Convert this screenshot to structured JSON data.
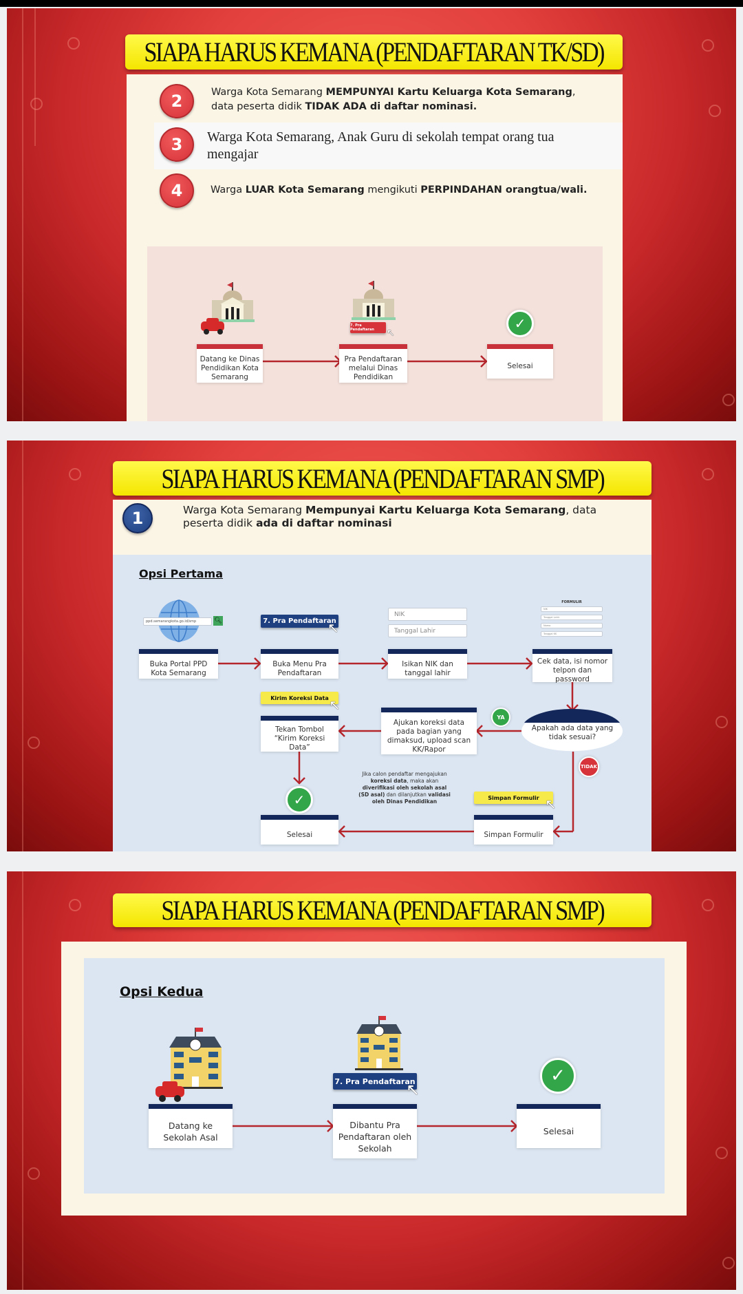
{
  "slide1": {
    "title": "SIAPA HARUS KEMANA (PENDAFTARAN TK/SD)",
    "items": [
      {
        "number": "2",
        "text_parts": [
          "Warga Kota Semarang ",
          "MEMPUNYAI Kartu Keluarga Kota Semarang",
          ", data peserta didik ",
          "TIDAK ADA di daftar nominasi."
        ]
      },
      {
        "number": "3",
        "text": "Warga Kota Semarang, Anak Guru di sekolah tempat orang tua mengajar"
      },
      {
        "number": "4",
        "text_parts": [
          "Warga ",
          "LUAR Kota Semarang",
          " mengikuti ",
          "PERPINDAHAN orangtua/wali."
        ]
      }
    ],
    "flow": {
      "button": "7. Pra Pendaftaran",
      "steps": [
        "Datang ke Dinas Pendidikan Kota Semarang",
        "Pra Pendaftaran melalui Dinas Pendidikan",
        "Selesai"
      ]
    }
  },
  "slide2": {
    "title": "SIAPA HARUS KEMANA (PENDAFTARAN SMP)",
    "item": {
      "number": "1",
      "text_parts": [
        "Warga Kota Semarang ",
        "Mempunyai Kartu Keluarga Kota Semarang",
        ", data peserta didik ",
        "ada di daftar nominasi"
      ]
    },
    "option_heading": "Opsi Pertama",
    "url": "ppd.semarangkota.go.id/smp",
    "menu_button": "7. Pra Pendaftaran",
    "nik_placeholder": "NIK",
    "dob_placeholder": "Tanggal Lahir",
    "form": {
      "title": "FORMULIR",
      "fields": [
        "NIK",
        "Tanggal Lahir",
        "Nama",
        "Tanggal KK"
      ]
    },
    "steps": {
      "open_portal": "Buka Portal PPD Kota Semarang",
      "open_menu": "Buka Menu Pra Pendaftaran",
      "fill_nik": "Isikan NIK dan tanggal lahir",
      "check_data": "Cek data, isi nomor telpon dan password",
      "question": "Apakah ada data yang tidak sesuai?",
      "submit_correction": "Ajukan koreksi data pada bagian yang dimaksud, upload scan KK/Rapor",
      "press_button": "Tekan Tombol “Kirim Koreksi Data”",
      "save_form": "Simpan Formulir",
      "done": "Selesai"
    },
    "yes_label": "YA",
    "no_label": "TIDAK",
    "kirim_button": "Kirim Koreksi Data",
    "simpan_button": "Simpan Formulir",
    "note_parts": [
      "Jika calon pendaftar mengajukan ",
      "koreksi data",
      ", maka akan ",
      "diverifikasi oleh sekolah asal (SD asal)",
      " dan dilanjutkan ",
      "validasi oleh Dinas Pendidikan"
    ]
  },
  "slide3": {
    "title": "SIAPA HARUS KEMANA (PENDAFTARAN SMP)",
    "option_heading": "Opsi Kedua",
    "button": "7. Pra Pendaftaran",
    "steps": [
      "Datang ke Sekolah Asal",
      "Dibantu Pra Pendaftaran oleh Sekolah",
      "Selesai"
    ]
  },
  "colors": {
    "title_bg": "#f7ec1a",
    "red": "#c8303a",
    "navy": "#14275a",
    "green": "#33a64a",
    "arrow": "#b5262c"
  }
}
